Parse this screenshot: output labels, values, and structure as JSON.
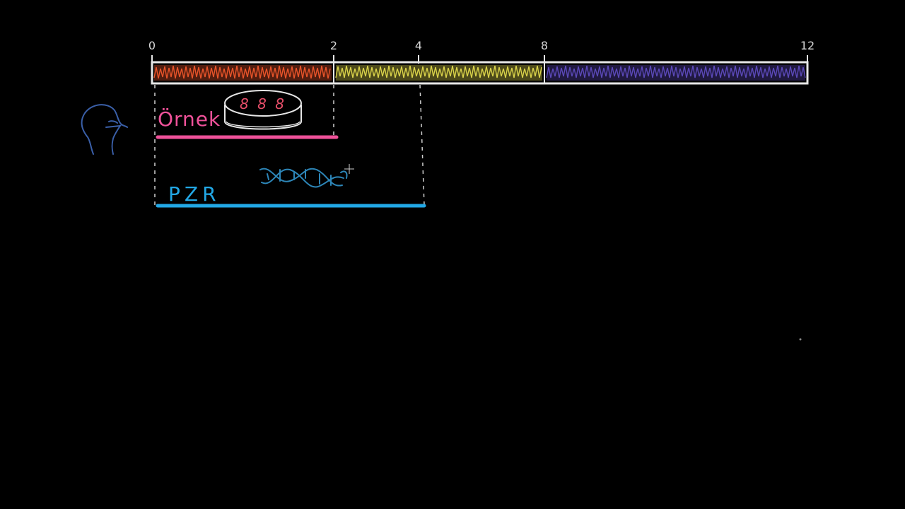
{
  "timeline": {
    "ticks": [
      {
        "label": "0",
        "value": 0
      },
      {
        "label": "2",
        "value": 2
      },
      {
        "label": "4",
        "value": 4
      },
      {
        "label": "8",
        "value": 8
      },
      {
        "label": "12",
        "value": 12
      }
    ],
    "segments": [
      {
        "from": 0,
        "to": 2,
        "color": "#e8542a"
      },
      {
        "from": 2,
        "to": 8,
        "color": "#d9d24a"
      },
      {
        "from": 8,
        "to": 12,
        "color": "#5b49b8"
      }
    ],
    "bar_outline_color": "#e6e6e6"
  },
  "ornek": {
    "label": "Örnek",
    "color": "#f0529a",
    "span": {
      "from": 0,
      "to": 2
    },
    "dish_digits": "8 8 8",
    "dish_digit_color": "#e84f6a"
  },
  "pzr": {
    "label": "PZR",
    "color": "#22a8e6",
    "span": {
      "from": 0,
      "to": 4
    },
    "dna_color": "#2d86b8"
  },
  "person_icon_color": "#3a5fa8",
  "guide_color": "#cfcfcf"
}
